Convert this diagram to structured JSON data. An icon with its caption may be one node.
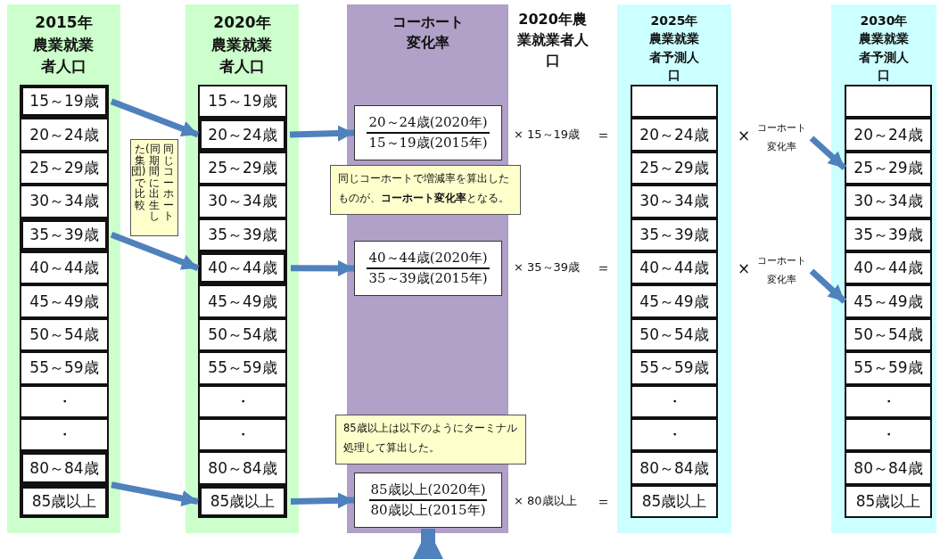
{
  "diagram": {
    "nodes": [
      {
        "text": [
          "2015年農業就業者人口"
        ]
      },
      {
        "text": [
          "15～19歳"
        ],
        "in": 0
      },
      {
        "text": [
          "20～24歳"
        ],
        "in": 0
      },
      {
        "text": [
          "25～29歳"
        ],
        "in": 0
      },
      {
        "text": [
          "30～34歳"
        ],
        "in": 0
      },
      {
        "text": [
          "35～39歳"
        ],
        "in": 0
      },
      {
        "text": [
          "40～44歳"
        ],
        "in": 0
      },
      {
        "text": [
          "45～49歳"
        ],
        "in": 0
      },
      {
        "text": [
          "50～54歳"
        ],
        "in": 0
      },
      {
        "text": [
          "55～59歳"
        ],
        "in": 0
      },
      {
        "text": [
          "・"
        ],
        "in": 0
      },
      {
        "text": [
          "・"
        ],
        "in": 0
      },
      {
        "text": [
          "80～84歳"
        ],
        "in": 0
      },
      {
        "text": [
          "85歳以上"
        ],
        "in": 0
      },
      {
        "text": [
          "2020年農業就業者人口"
        ]
      },
      {
        "text": [
          "15～19歳"
        ],
        "in": 14
      },
      {
        "text": [
          "20～24歳"
        ],
        "in": 14
      },
      {
        "text": [
          "25～29歳"
        ],
        "in": 14
      },
      {
        "text": [
          "30～34歳"
        ],
        "in": 14
      },
      {
        "text": [
          "35～39歳"
        ],
        "in": 14
      },
      {
        "text": [
          "40～44歳"
        ],
        "in": 14
      },
      {
        "text": [
          "45～49歳"
        ],
        "in": 14
      },
      {
        "text": [
          "50～54歳"
        ],
        "in": 14
      },
      {
        "text": [
          "55～59歳"
        ],
        "in": 14
      },
      {
        "text": [
          "・"
        ],
        "in": 14
      },
      {
        "text": [
          "・"
        ],
        "in": 14
      },
      {
        "text": [
          "80～84歳"
        ],
        "in": 14
      },
      {
        "text": [
          "85歳以上"
        ],
        "in": 14
      },
      {
        "text": [
          "コーホート変化率"
        ]
      },
      {
        "text": [
          "20～24歳(2020年)",
          "15～19歳(2015年)"
        ],
        "in": 28
      },
      {
        "text": [
          "40～44歳(2020年)",
          "35～39歳(2015年)"
        ],
        "in": 28
      },
      {
        "text": [
          "85歳以上(2020年)",
          "80歳以上(2015年)"
        ],
        "in": 28
      },
      {
        "text": [
          "同じコーホート(同期間に出生した集団)で比較"
        ]
      },
      {
        "text": [
          "同じコーホートで増減率を算出したものが、**コーホート変化率**となる。"
        ]
      },
      {
        "text": [
          "85歳以上は以下のようにターミナル処理して算出した。"
        ]
      },
      {
        "text": [
          "2025年農業就業者予測人口"
        ]
      },
      {
        "text": [],
        "shape": "box",
        "in": 35
      },
      {
        "text": [
          "20～24歳"
        ],
        "in": 35
      },
      {
        "text": [
          "25～29歳"
        ],
        "in": 35
      },
      {
        "text": [
          "30～34歳"
        ],
        "in": 35
      },
      {
        "text": [
          "35～39歳"
        ],
        "in": 35
      },
      {
        "text": [
          "40～44歳"
        ],
        "in": 35
      },
      {
        "text": [
          "45～49歳"
        ],
        "in": 35
      },
      {
        "text": [
          "50～54歳"
        ],
        "in": 35
      },
      {
        "text": [
          "55～59歳"
        ],
        "in": 35
      },
      {
        "text": [
          "・"
        ],
        "in": 35
      },
      {
        "text": [
          "・"
        ],
        "in": 35
      },
      {
        "text": [
          "80～84歳"
        ],
        "in": 35
      },
      {
        "text": [
          "85歳以上"
        ],
        "in": 35
      },
      {
        "text": [
          "2030年農業就業者予測人口"
        ]
      },
      {
        "text": [],
        "shape": "box",
        "in": 49
      },
      {
        "text": [
          "20～24歳"
        ],
        "in": 49
      },
      {
        "text": [
          "25～29歳"
        ],
        "in": 49
      },
      {
        "text": [
          "30～34歳"
        ],
        "in": 49
      },
      {
        "text": [
          "35～39歳"
        ],
        "in": 49
      },
      {
        "text": [
          "40～44歳"
        ],
        "in": 49
      },
      {
        "text": [
          "45～49歳"
        ],
        "in": 49
      },
      {
        "text": [
          "50～54歳"
        ],
        "in": 49
      },
      {
        "text": [
          "55～59歳"
        ],
        "in": 49
      },
      {
        "text": [
          "・"
        ],
        "in": 49
      },
      {
        "text": [
          "・"
        ],
        "in": 49
      },
      {
        "text": [
          "80～84歳"
        ],
        "in": 49
      },
      {
        "text": [
          "85歳以上"
        ],
        "in": 49
      },
      {
        "text": [
          "コーホート変化率"
        ]
      },
      {
        "text": [
          "コーホート変化率"
        ]
      }
    ],
    "edges": [
      {
        "from": 1,
        "to": 16,
        "arrow": "to"
      },
      {
        "from": 5,
        "to": 20,
        "arrow": "to"
      },
      {
        "from": 12,
        "to": 27,
        "arrow": "to"
      },
      {
        "from": 13,
        "to": 27,
        "arrow": "to"
      },
      {
        "from": 16,
        "to": 29,
        "arrow": "to"
      },
      {
        "from": 20,
        "to": 30,
        "arrow": "to"
      },
      {
        "from": 27,
        "to": 31,
        "arrow": "to"
      },
      {
        "from": null,
        "to": 31,
        "arrow": "to",
        "style": "thick"
      },
      {
        "from": 63,
        "to": 52,
        "arrow": "to"
      },
      {
        "from": 64,
        "to": 56,
        "arrow": "to"
      }
    ],
    "labels": [
      "2020年農業就業者人口",
      "× 15～19歳",
      "＝",
      "×",
      "× 35～39歳",
      "＝",
      "×",
      "× 80歳以上",
      "＝"
    ]
  }
}
